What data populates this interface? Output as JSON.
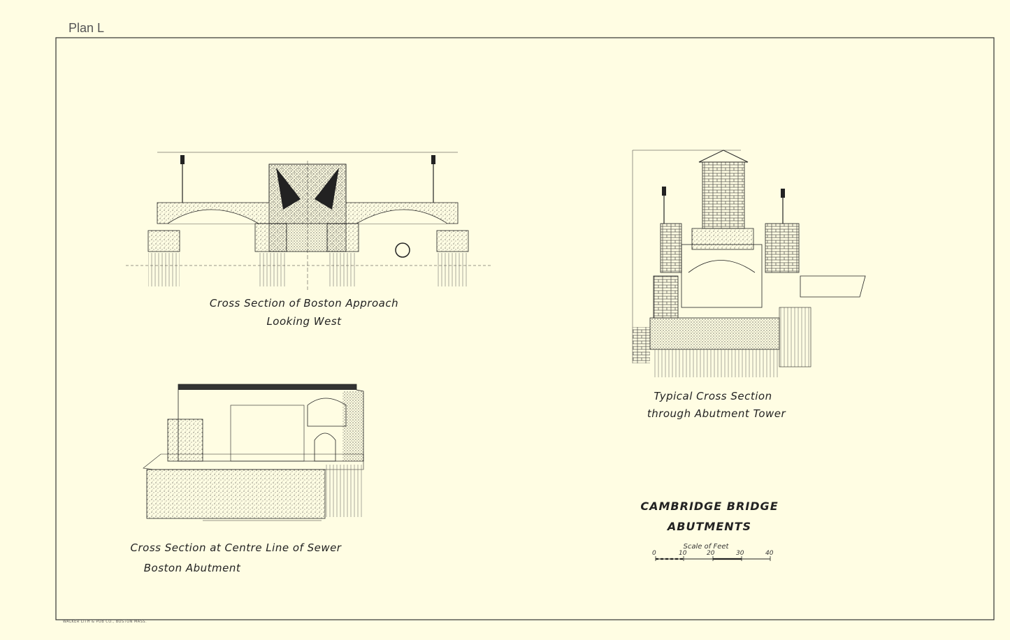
{
  "sheet": {
    "plan_label": "Plan L",
    "printer_note": "WALKER LITH & PUB CO., BOSTON MASS."
  },
  "drawings": {
    "boston_approach": {
      "caption_line1": "Cross Section of Boston Approach",
      "caption_line2": "Looking West"
    },
    "sewer_section": {
      "caption_line1": "Cross Section at Centre Line of Sewer",
      "caption_line2": "Boston Abutment"
    },
    "abutment_tower": {
      "caption_line1": "Typical Cross Section",
      "caption_line2": "through Abutment Tower"
    }
  },
  "title_block": {
    "line1": "CAMBRIDGE BRIDGE",
    "line2": "ABUTMENTS",
    "scale_title": "Scale of Feet",
    "scale_ticks": [
      "0",
      "10",
      "20",
      "30",
      "40"
    ]
  },
  "colors": {
    "paper": "#fffde3",
    "ink": "#222222",
    "stipple": "#3a3a3a"
  }
}
